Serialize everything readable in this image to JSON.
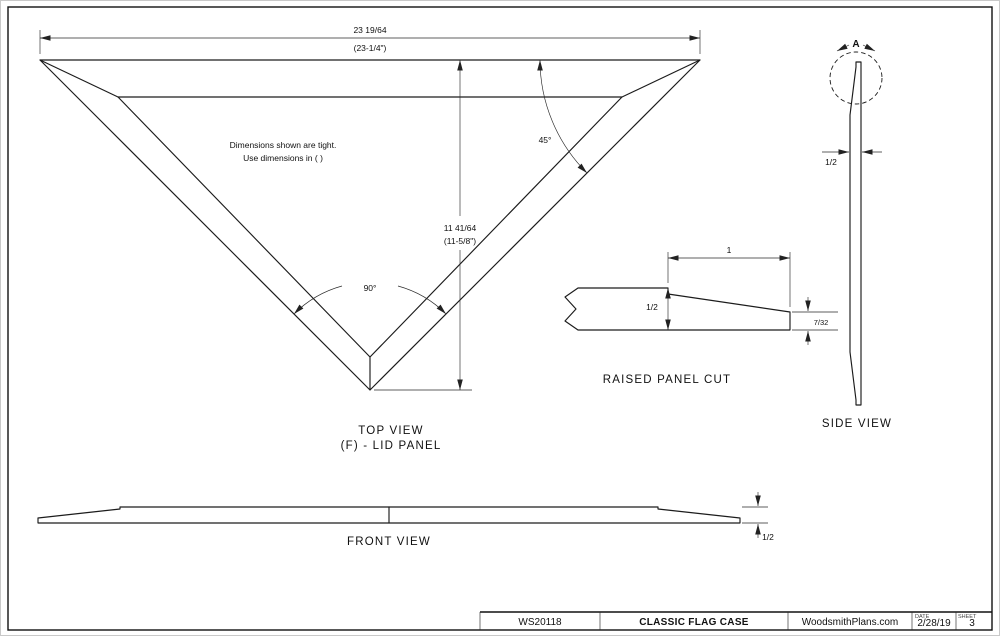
{
  "title_block": {
    "doc_number": "WS20118",
    "title": "CLASSIC FLAG CASE",
    "website": "WoodsmithPlans.com",
    "date_label": "DATE",
    "date": "2/28/19",
    "sheet_label": "SHEET",
    "sheet": "3"
  },
  "top_view": {
    "label": "TOP VIEW",
    "sublabel": "(F) - LID PANEL",
    "note_line1": "Dimensions shown are tight.",
    "note_line2": "Use dimensions in ( )",
    "dim_width": "23 19/64",
    "dim_width_alt": "(23-1/4\")",
    "dim_height": "11 41/64",
    "dim_height_alt": "(11-5/8\")",
    "angle_top": "45°",
    "angle_bottom": "90°"
  },
  "raised_panel_cut": {
    "label": "RAISED PANEL CUT",
    "dim_width": "1",
    "dim_thickness": "1/2",
    "dim_tip": "7/32"
  },
  "side_view": {
    "label": "SIDE VIEW",
    "detail_label": "A",
    "dim_thickness": "1/2"
  },
  "front_view": {
    "label": "FRONT VIEW",
    "dim_thickness": "1/2"
  }
}
